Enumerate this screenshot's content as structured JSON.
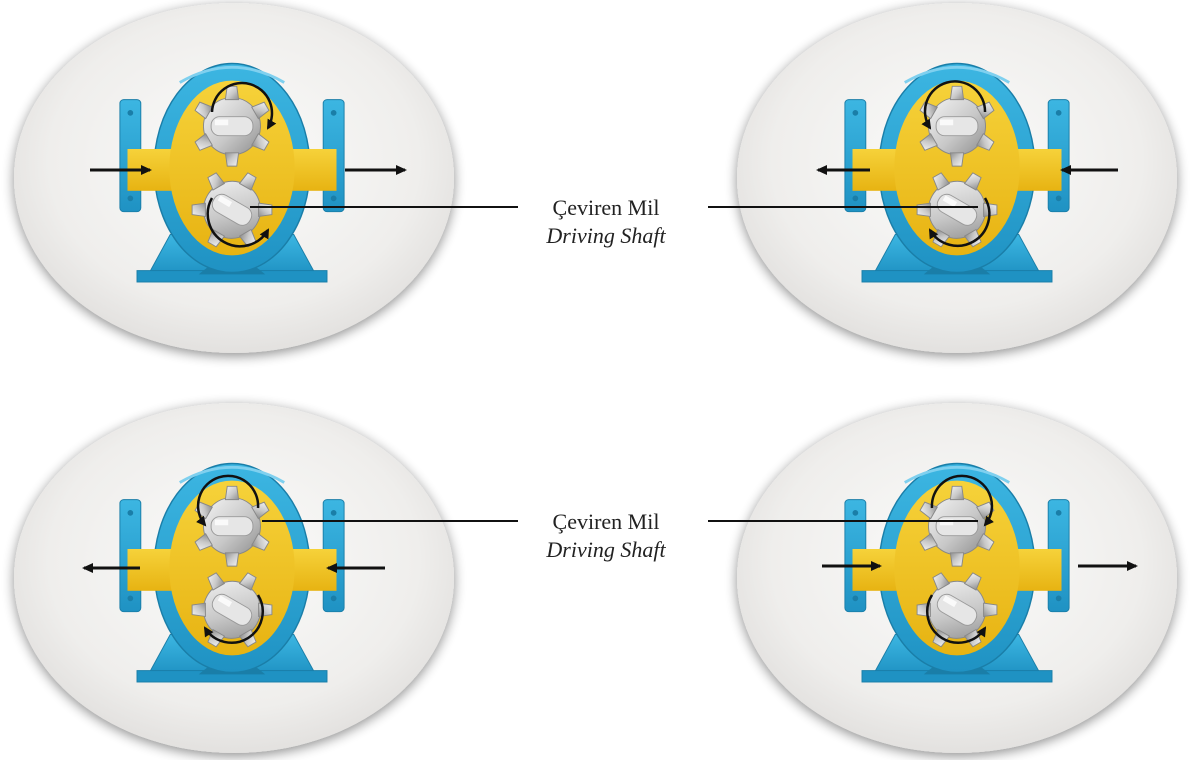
{
  "labels": {
    "top": {
      "line1": "Çeviren Mil",
      "line2": "Driving Shaft"
    },
    "bottom": {
      "line1": "Çeviren Mil",
      "line2": "Driving Shaft"
    }
  },
  "colors": {
    "background": "#ffffff",
    "disc": "#efeeec",
    "pump_body": "#2aa8d8",
    "pump_body_dark": "#1d86b2",
    "flow_channel": "#f2c21b",
    "gears": "#c9c9c9",
    "arrows": "#111111"
  },
  "panels": [
    {
      "id": "top-left",
      "flow": "left-to-right",
      "driving_gear": "bottom"
    },
    {
      "id": "top-right",
      "flow": "right-to-left",
      "driving_gear": "bottom"
    },
    {
      "id": "bottom-left",
      "flow": "right-to-left",
      "driving_gear": "top"
    },
    {
      "id": "bottom-right",
      "flow": "left-to-right",
      "driving_gear": "top"
    }
  ]
}
